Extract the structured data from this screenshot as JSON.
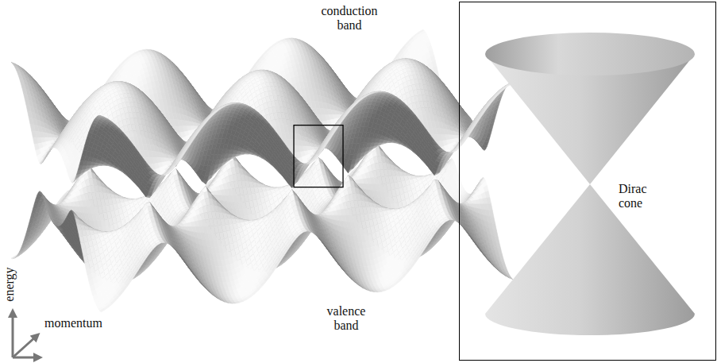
{
  "diagram": {
    "nodes": [
      {
        "text": [
          "Dirac cone"
        ]
      }
    ],
    "labels": [
      "conduction band",
      "valence band",
      "energy",
      "momentum"
    ]
  }
}
